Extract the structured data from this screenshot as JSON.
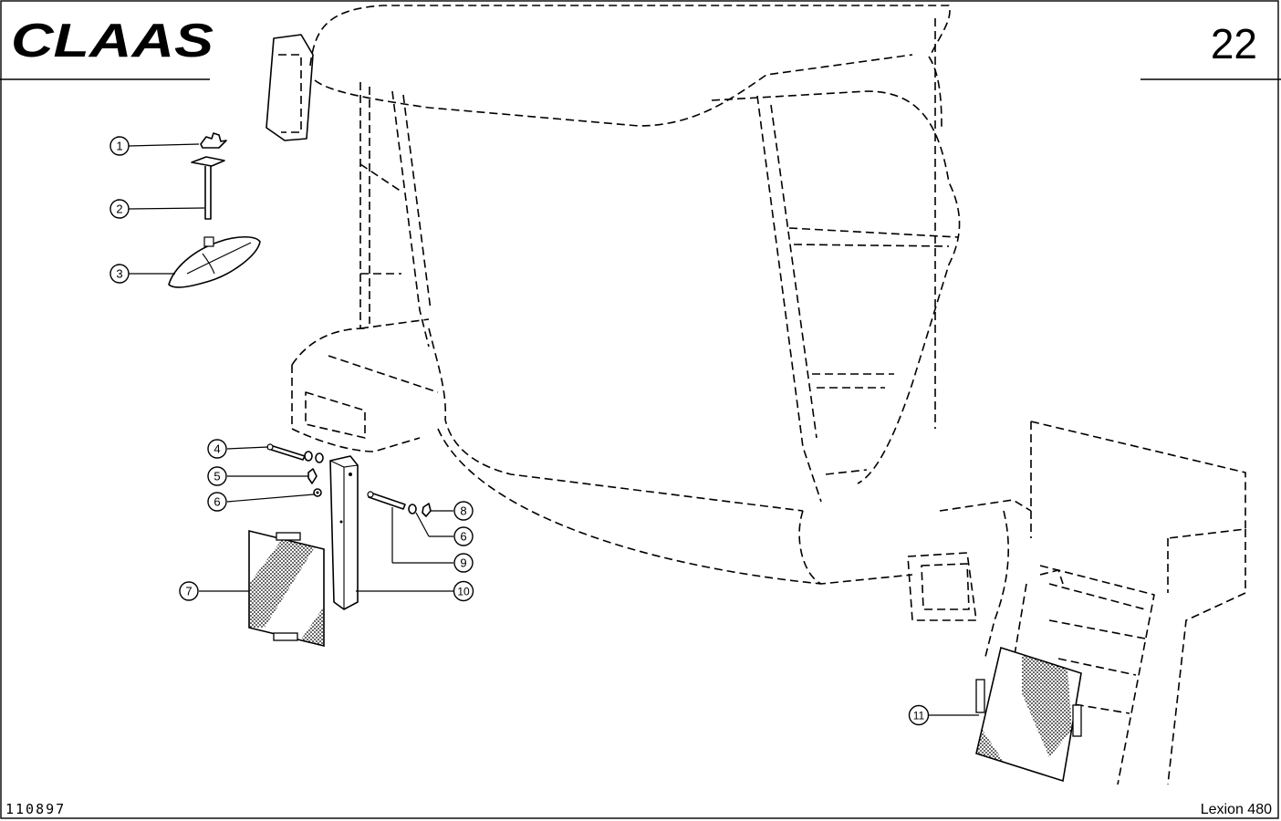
{
  "header": {
    "logo": "CLAAS",
    "page_number": "22"
  },
  "footer": {
    "drawing_number": "110897",
    "model": "Lexion 480"
  },
  "callouts": [
    "1",
    "2",
    "3",
    "4",
    "5",
    "6",
    "6",
    "7",
    "8",
    "9",
    "10",
    "11"
  ],
  "colors": {
    "line": "#000000",
    "background": "#ffffff"
  }
}
